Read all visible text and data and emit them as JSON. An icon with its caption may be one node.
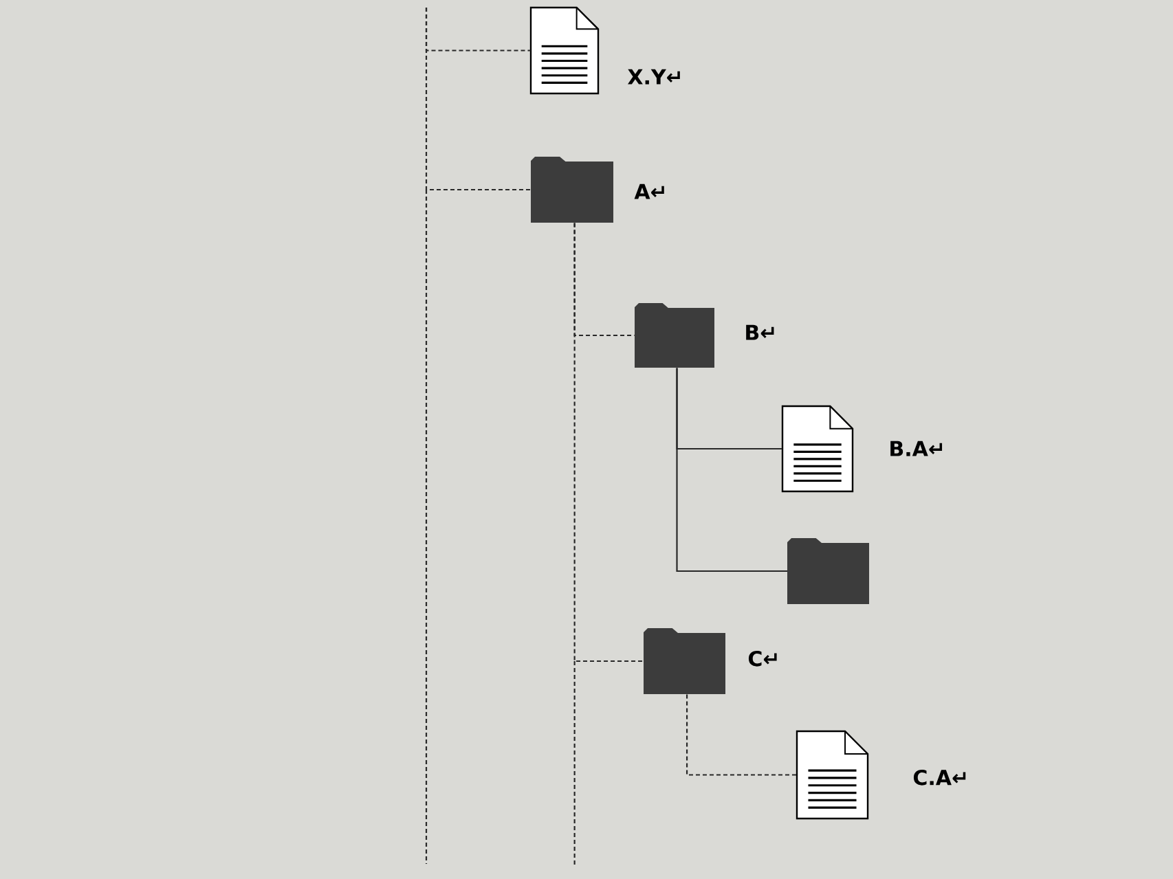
{
  "diagram": {
    "nodes": [
      {
        "text": [],
        "shape": "document",
        "beside": [
          "X.Y↵"
        ]
      },
      {
        "text": [],
        "shape": "folder",
        "beside": [
          "A↵"
        ]
      },
      {
        "text": [],
        "shape": "folder",
        "beside": [
          "B↵"
        ]
      },
      {
        "text": [],
        "shape": "document",
        "beside": [
          "B.A↵"
        ]
      },
      {
        "text": [],
        "shape": "folder"
      },
      {
        "text": [],
        "shape": "folder",
        "beside": [
          "C↵"
        ]
      },
      {
        "text": [],
        "shape": "document",
        "beside": [
          "C.A↵"
        ]
      }
    ],
    "edges": [
      {
        "from": null,
        "to": 0,
        "arrow": "none",
        "style": "dashed"
      },
      {
        "from": null,
        "to": 1,
        "arrow": "none",
        "style": "dashed"
      },
      {
        "from": 1,
        "to": 2,
        "arrow": "none",
        "style": "dashed"
      },
      {
        "from": 1,
        "to": 5,
        "arrow": "none",
        "style": "dashed"
      },
      {
        "from": 2,
        "to": 3,
        "arrow": "none"
      },
      {
        "from": 2,
        "to": 4,
        "arrow": "none"
      },
      {
        "from": 5,
        "to": 6,
        "arrow": "none",
        "style": "dashed"
      }
    ]
  }
}
